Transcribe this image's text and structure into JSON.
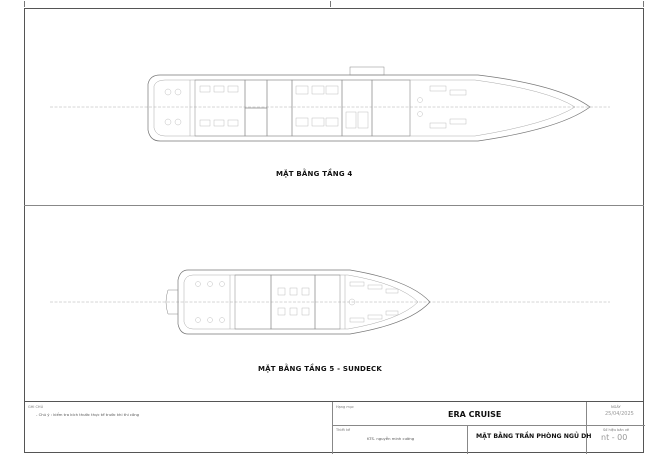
{
  "drawing": {
    "floor4_label": "MẶT BẰNG TẦNG 4",
    "floor5_label": "MẶT BẰNG TẦNG 5 - SUNDECK"
  },
  "title_block": {
    "notes_heading": "GHI CHÚ",
    "note_line": "- Chú ý : kiểm tra kích thước thực tế trước khi thi công",
    "project_heading": "Hạng mục",
    "project_name": "ERA CRUISE",
    "drawn_heading": "Thiết kế",
    "drawn_by": "KTS. nguyễn minh cường",
    "sheet_title": "MẶT BẰNG TRẦN PHÒNG NGỦ DH",
    "date_heading": "NGÀY",
    "date_value": "25/04/2025",
    "sheet_no_heading": "Số hiệu bản vẽ",
    "sheet_no_value": "nt - 00"
  }
}
